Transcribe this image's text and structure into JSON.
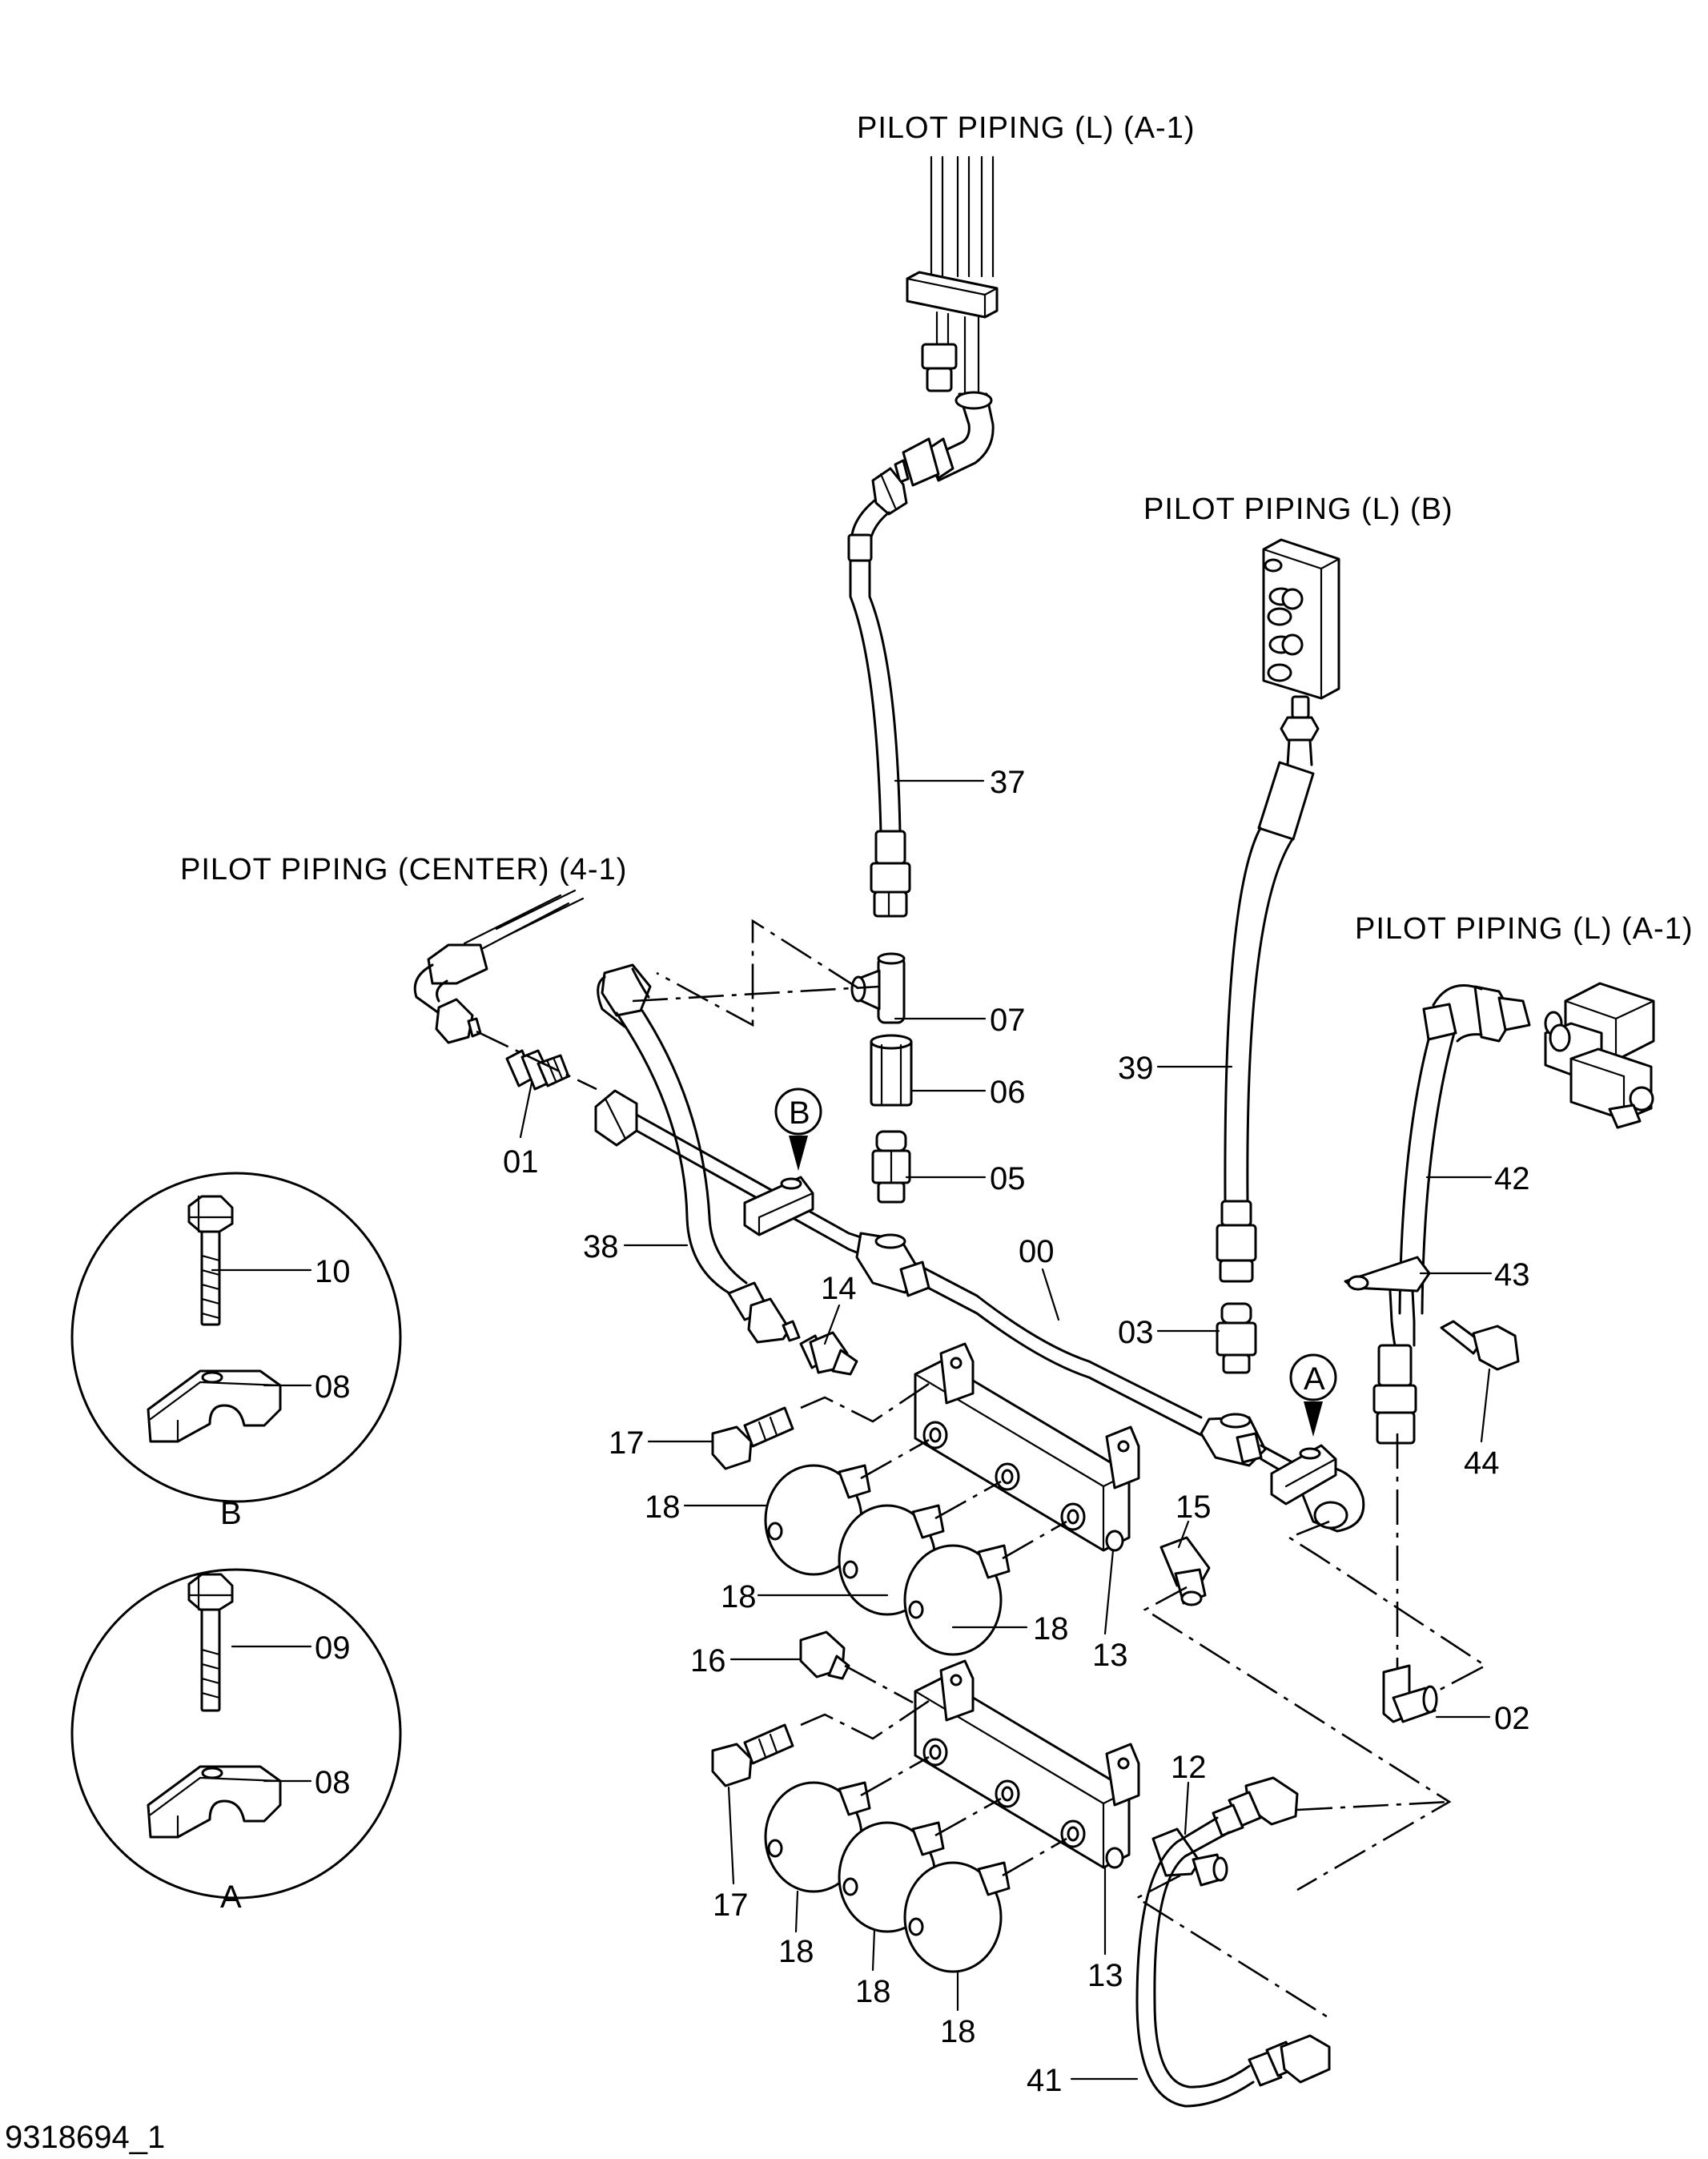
{
  "titles": {
    "pilot_l_a1_top": "PILOT  PIPING (L) (A-1)",
    "pilot_l_b": "PILOT  PIPING  (L) (B)",
    "pilot_center": "PILOT  PIPING (CENTER) (4-1)",
    "pilot_l_a1_right": "PILOT  PIPING (L) (A-1)"
  },
  "callouts": {
    "p37": "37",
    "p07": "07",
    "p06": "06",
    "p05": "05",
    "p39": "39",
    "p01": "01",
    "p38": "38",
    "p00": "00",
    "p14": "14",
    "p03": "03",
    "p42": "42",
    "p43": "43",
    "p44": "44",
    "p17a": "17",
    "p18a": "18",
    "p18b": "18",
    "p18c": "18",
    "p15": "15",
    "p13a": "13",
    "p16": "16",
    "p02": "02",
    "p17b": "17",
    "p12": "12",
    "p13b": "13",
    "p18d": "18",
    "p18e": "18",
    "p18f": "18",
    "p41": "41",
    "p10": "10",
    "p08a": "08",
    "p09": "09",
    "p08b": "08"
  },
  "view_markers": {
    "marker_a": "A",
    "marker_b": "B"
  },
  "detail_views": {
    "detail_b": "B",
    "detail_a": "A"
  },
  "drawing_code": "9318694_1"
}
